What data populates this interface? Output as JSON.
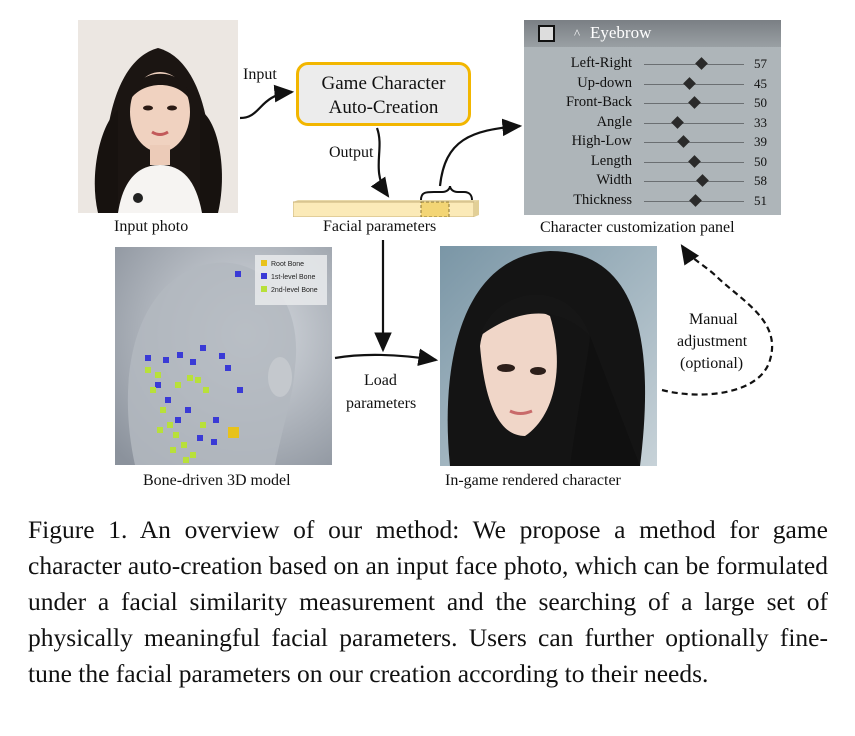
{
  "nodes": {
    "input_label": "Input",
    "box_line1": "Game Character",
    "box_line2": "Auto-Creation",
    "output_label": "Output",
    "facial_params": "Facial parameters",
    "input_photo": "Input photo",
    "panel_caption": "Character customization panel",
    "bone_model": "Bone-driven 3D model",
    "rendered": "In-game rendered character",
    "load_line1": "Load",
    "load_line2": "parameters",
    "manual_line1": "Manual",
    "manual_line2": "adjustment",
    "manual_line3": "(optional)"
  },
  "panel": {
    "title": "Eyebrow",
    "sliders": [
      {
        "name": "Left-Right",
        "value": 57
      },
      {
        "name": "Up-down",
        "value": 45
      },
      {
        "name": "Front-Back",
        "value": 50
      },
      {
        "name": "Angle",
        "value": 33
      },
      {
        "name": "High-Low",
        "value": 39
      },
      {
        "name": "Length",
        "value": 50
      },
      {
        "name": "Width",
        "value": 58
      },
      {
        "name": "Thickness",
        "value": 51
      }
    ]
  },
  "legend": {
    "root": "Root Bone",
    "first": "1st-level Bone",
    "second": "2nd-level Bone",
    "root_color": "#e8c21a",
    "first_color": "#3a3ad6",
    "second_color": "#b8e03a"
  },
  "caption": "Figure 1. An overview of our method: We propose a method for game character auto-creation based on an input face photo, which can be formulated under a facial similarity measurement and the searching of a large set of physically meaningful facial parameters. Users can further optionally fine-tune the facial parameters on our creation according to their needs."
}
